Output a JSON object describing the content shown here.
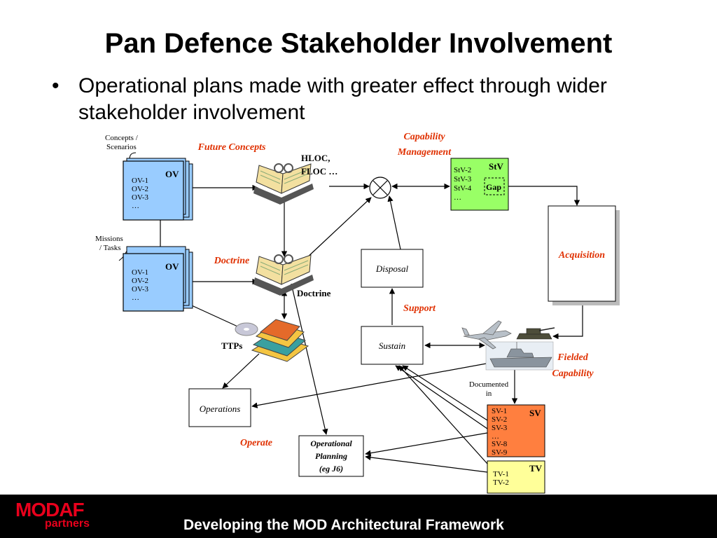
{
  "slide": {
    "title": "Pan Defence Stakeholder Involvement",
    "bullet": "Operational plans made with greater effect through wider stakeholder involvement"
  },
  "footer": {
    "logo": "MODAF",
    "logo_sub": "partners",
    "tagline": "Developing the MOD Architectural Framework"
  },
  "diagram": {
    "labels": {
      "concepts": "Concepts /",
      "scenarios": "Scenarios",
      "missions": "Missions",
      "tasks": "/ Tasks",
      "future_concepts": "Future Concepts",
      "hloc": "HLOC,",
      "floc": "FLOC …",
      "capability": "Capability",
      "management": "Management",
      "doctrine_red": "Doctrine",
      "doctrine_black": "Doctrine",
      "ttps": "TTPs",
      "support": "Support",
      "operate": "Operate",
      "fielded": "Fielded",
      "capability2": "Capability",
      "documented": "Documented",
      "in": "in"
    },
    "ov_box_1": {
      "tag": "OV",
      "items": [
        "OV-1",
        "OV-2",
        "OV-3",
        "…"
      ]
    },
    "ov_box_2": {
      "tag": "OV",
      "items": [
        "OV-1",
        "OV-2",
        "OV-3",
        "…"
      ]
    },
    "stv_box": {
      "tag": "StV",
      "items": [
        "StV-2",
        "StV-3",
        "StV-4",
        "…"
      ],
      "gap": "Gap"
    },
    "sv_box": {
      "tag": "SV",
      "items": [
        "SV-1",
        "SV-2",
        "SV-3",
        "…",
        "SV-8",
        "SV-9"
      ]
    },
    "tv_box": {
      "tag": "TV",
      "items": [
        "TV-1",
        "TV-2"
      ]
    },
    "process_boxes": {
      "disposal": "Disposal",
      "sustain": "Sustain",
      "operations": "Operations",
      "acquisition": "Acquisition",
      "op_planning_1": "Operational",
      "op_planning_2": "Planning",
      "op_planning_3": "(eg J6)"
    }
  },
  "colors": {
    "ov_fill": "#99ccff",
    "stv_fill": "#99ff66",
    "sv_fill": "#ff7f3f",
    "tv_fill": "#ffff99",
    "label_red": "#e03000",
    "footer_bg": "#000000",
    "logo_red": "#e8001c"
  }
}
